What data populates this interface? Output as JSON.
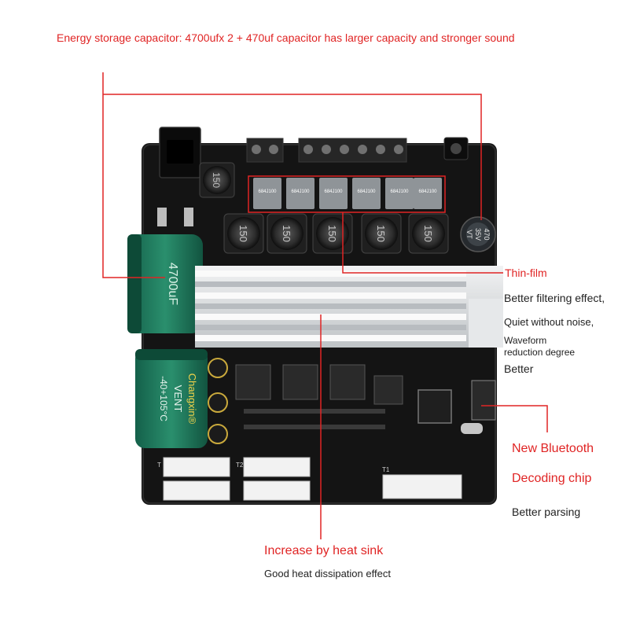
{
  "annotations": {
    "top_caption": "Energy storage capacitor: 4700ufx 2 + 470uf capacitor has larger capacity and stronger sound",
    "thin_film": "Thin-film",
    "filter_1": "Better filtering effect,",
    "filter_2": "Quiet without noise,",
    "filter_3": "Waveform",
    "filter_4": "reduction degree",
    "filter_5": "Better",
    "bt_1": "New Bluetooth",
    "bt_2": "Decoding chip",
    "bt_3": "Better parsing",
    "heatsink_1": "Increase by heat sink",
    "heatsink_2": "Good heat dissipation effect"
  },
  "board_print": {
    "film_cap_label": "684J100",
    "inductor_label": "150",
    "cap_4700": "4700uF",
    "cap_brand": "Changxin®",
    "cap_vent": "VENT",
    "cap_temp": "-40+105°C",
    "cap_470_value": "470",
    "cap_470_volt": "35V",
    "cap_vt": "VT",
    "port_t": "T",
    "port_t2": "T2",
    "port_t1": "T1"
  },
  "colors": {
    "annotation_red": "#e02424",
    "pcb": "#141414",
    "capacitor_green": "#1f7a5c",
    "film_cap_gray": "#8f9498",
    "heatsink": "#d9dbdd",
    "terminal_block": "#262626",
    "jst_connector": "#f2f2f2"
  }
}
